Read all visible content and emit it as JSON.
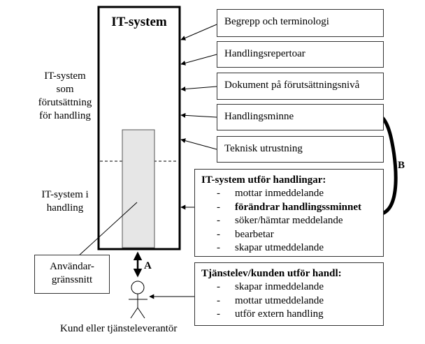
{
  "it_system": {
    "title": "IT-system"
  },
  "left_labels": {
    "prerequisite": [
      "IT-system",
      "som",
      "förutsättning",
      "för handling"
    ],
    "in_action": [
      "IT-system i",
      "handling"
    ]
  },
  "right_boxes": [
    {
      "label": "Begrepp och terminologi"
    },
    {
      "label": "Handlingsrepertoar"
    },
    {
      "label": "Dokument på förutsättningsnivå"
    },
    {
      "label": "Handlingsminne"
    },
    {
      "label": "Teknisk utrustning"
    }
  ],
  "it_actions": {
    "title": "IT-system utför handlingar:",
    "items": [
      {
        "text": "mottar inmeddelande",
        "bold": false
      },
      {
        "text": "förändrar handlingssminnet",
        "bold": true
      },
      {
        "text": "söker/hämtar meddelande",
        "bold": false
      },
      {
        "text": "bearbetar",
        "bold": false
      },
      {
        "text": "skapar utmeddelande",
        "bold": false
      }
    ]
  },
  "user_actions": {
    "title": "Tjänstelev/kunden utför handl:",
    "items": [
      {
        "text": "skapar inmeddelande"
      },
      {
        "text": "mottar utmeddelande"
      },
      {
        "text": "utför extern handling"
      }
    ]
  },
  "interface_box": {
    "lines": [
      "Användar-",
      "gränssnitt"
    ]
  },
  "arrow_labels": {
    "a": "A",
    "b": "B"
  },
  "actor": {
    "caption": "Kund eller tjänsteleverantör"
  },
  "dash": "-"
}
